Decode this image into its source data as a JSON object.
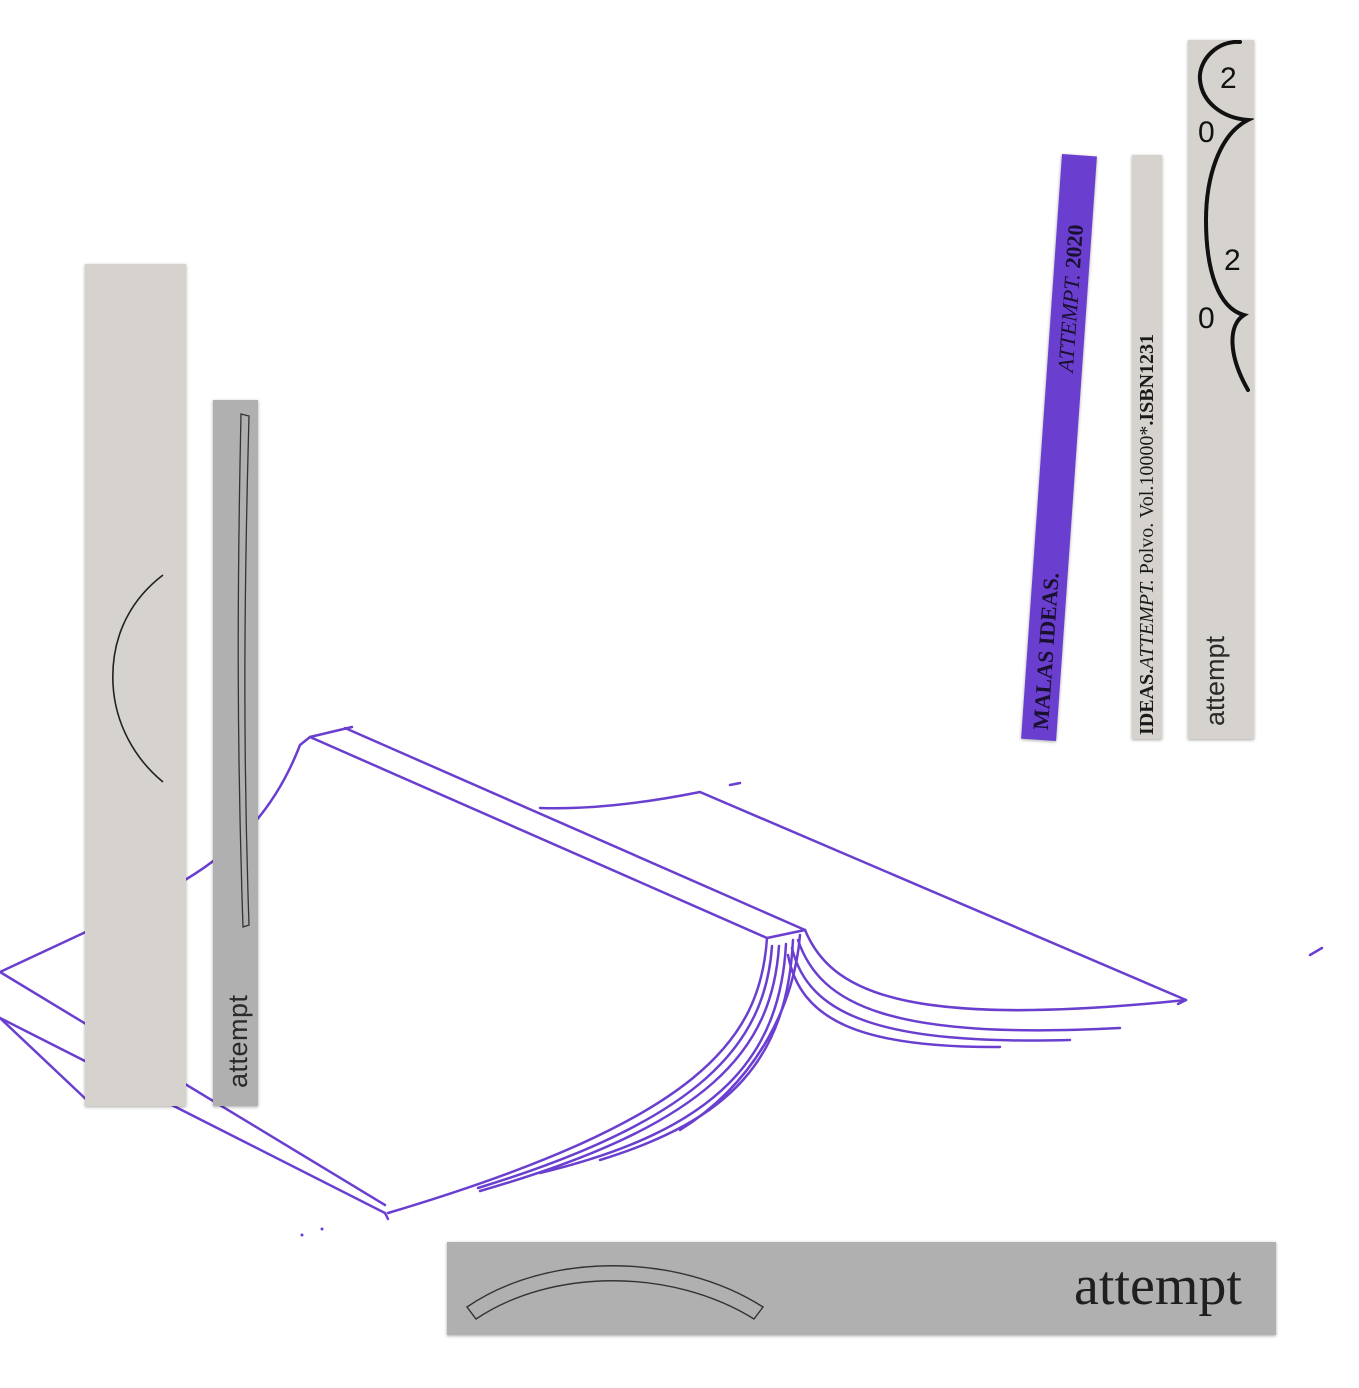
{
  "artwork": {
    "book_color": "#6a3fd0",
    "spine_light_color": "#d6d3cf",
    "spine_mid_color": "#b0b0b0",
    "spine_purple_color": "#6a3fd0",
    "left_tall_spine": {},
    "left_thin_spine": {
      "label": "attempt"
    },
    "bottom_spine": {
      "label": "attempt"
    },
    "purple_spine": {
      "title": "MALAS IDEAS.",
      "subtitle": "ATTEMPT.",
      "year": "2020"
    },
    "isbn_spine": {
      "title": "IDEAS.",
      "subtitle": "ATTEMPT.",
      "publisher": "Polvo.",
      "volume": "Vol.10000*",
      "isbn": ".ISBN1231"
    },
    "right_spine": {
      "digits": [
        "2",
        "0",
        "2",
        "0"
      ],
      "label": "attempt"
    }
  }
}
